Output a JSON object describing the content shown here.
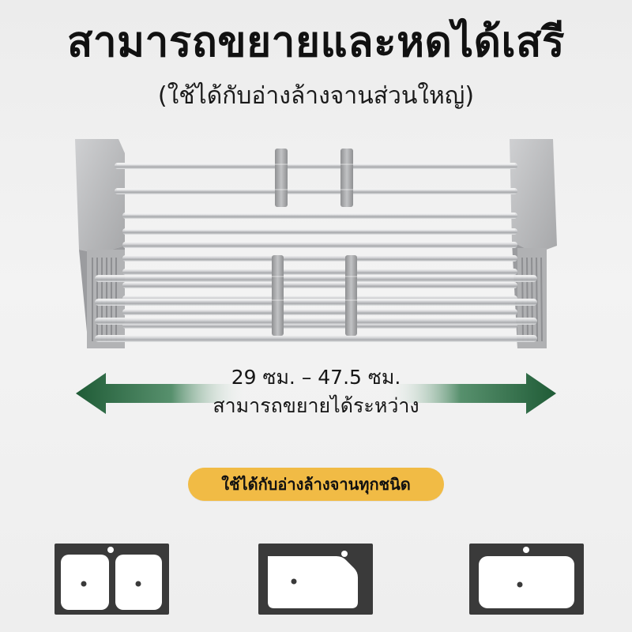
{
  "headline": "สามารถขยายและหดได้เสรี",
  "subheadline": "(ใช้ได้กับอ่างล้างจานส่วนใหญ่)",
  "range": {
    "line1": "29 ซม. – 47.5 ซม.",
    "line2": "สามารถขยายได้ระหว่าง"
  },
  "compatibility_label": "ใช้ได้กับอ่างล้างจานทุกชนิด",
  "colors": {
    "background": "#eeeeee",
    "arrow_green": "#1f5b36",
    "pill_yellow": "#f1bb45",
    "sink_dark": "#3a3a3a",
    "sink_white": "#ffffff",
    "rack_gray": "#bfc0c2"
  },
  "icons": {
    "rack": "expandable-dish-rack-illustration",
    "left_arrow": "left-arrow-icon",
    "right_arrow": "right-arrow-icon",
    "sink_double": "double-sink-icon",
    "sink_single_offset": "single-sink-offset-icon",
    "sink_single_large": "single-sink-large-icon"
  }
}
